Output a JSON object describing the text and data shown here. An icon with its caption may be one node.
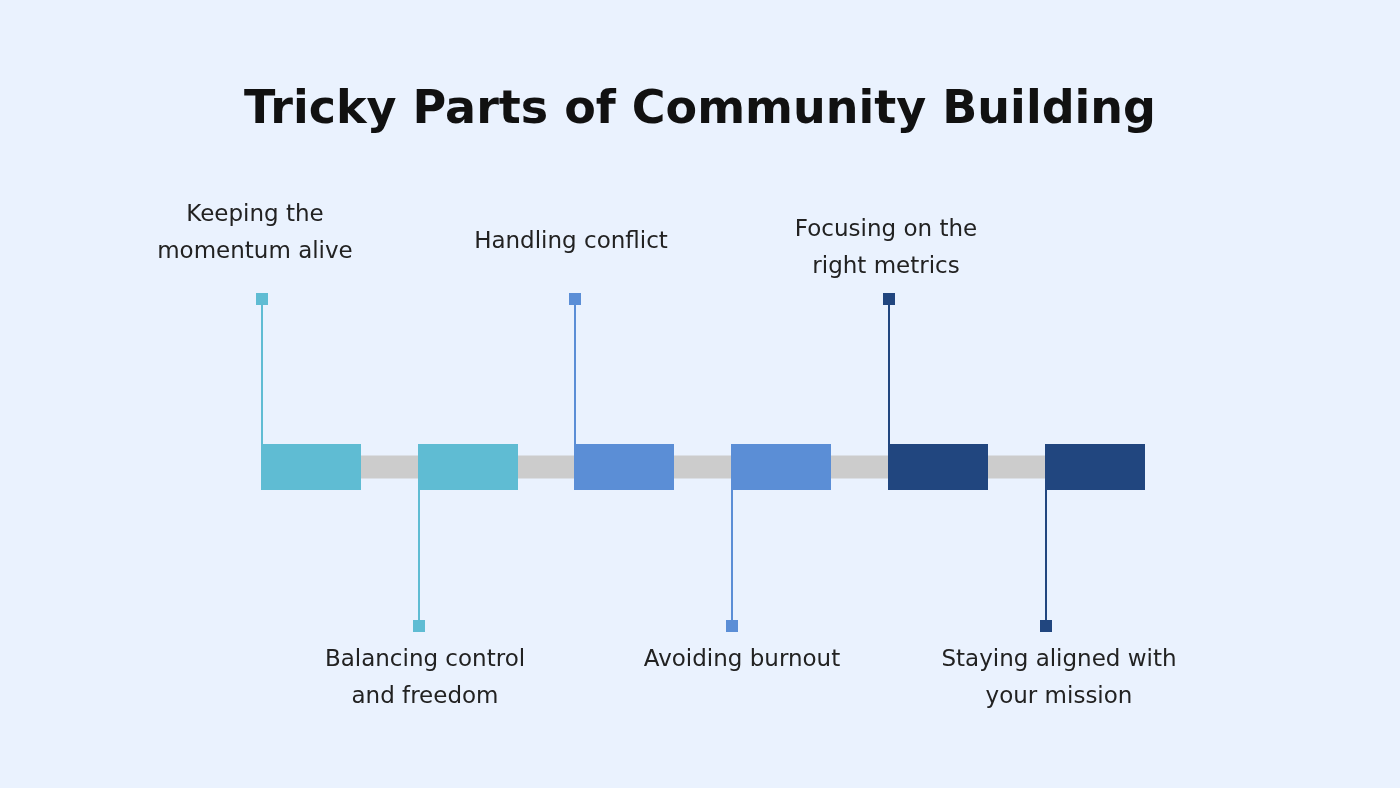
{
  "diagram": {
    "title": "Tricky Parts of Community Building",
    "nodes": [
      {
        "text": [
          "Keeping the momentum alive"
        ]
      },
      {
        "text": [
          "Balancing control and freedom"
        ]
      },
      {
        "text": [
          "Handling conflict"
        ]
      },
      {
        "text": [
          "Avoiding burnout"
        ]
      },
      {
        "text": [
          "Focusing on the right metrics"
        ]
      },
      {
        "text": [
          "Staying aligned with your mission"
        ]
      },
      {
        "text": [],
        "shape": "box"
      },
      {
        "text": [],
        "shape": "box"
      },
      {
        "text": [],
        "shape": "box"
      },
      {
        "text": [],
        "shape": "box"
      },
      {
        "text": [],
        "shape": "box"
      },
      {
        "text": [],
        "shape": "box"
      }
    ],
    "edges": [
      {
        "from": 0,
        "to": 6,
        "arrow": "other",
        "color": "#5fbcd3"
      },
      {
        "from": 1,
        "to": 7,
        "arrow": "other",
        "color": "#5fbcd3"
      },
      {
        "from": 2,
        "to": 8,
        "arrow": "other",
        "color": "#5b8ed6"
      },
      {
        "from": 3,
        "to": 9,
        "arrow": "other",
        "color": "#5b8ed6"
      },
      {
        "from": 4,
        "to": 10,
        "arrow": "other",
        "color": "#21467f"
      },
      {
        "from": 5,
        "to": 11,
        "arrow": "other",
        "color": "#21467f"
      },
      {
        "from": 6,
        "to": 7,
        "arrow": "none",
        "style": "thick",
        "color": "#cccccc"
      },
      {
        "from": 7,
        "to": 8,
        "arrow": "none",
        "style": "thick",
        "color": "#cccccc"
      },
      {
        "from": 8,
        "to": 9,
        "arrow": "none",
        "style": "thick",
        "color": "#cccccc"
      },
      {
        "from": 9,
        "to": 10,
        "arrow": "none",
        "style": "thick",
        "color": "#cccccc"
      },
      {
        "from": 10,
        "to": 11,
        "arrow": "none",
        "style": "thick",
        "color": "#cccccc"
      }
    ]
  }
}
